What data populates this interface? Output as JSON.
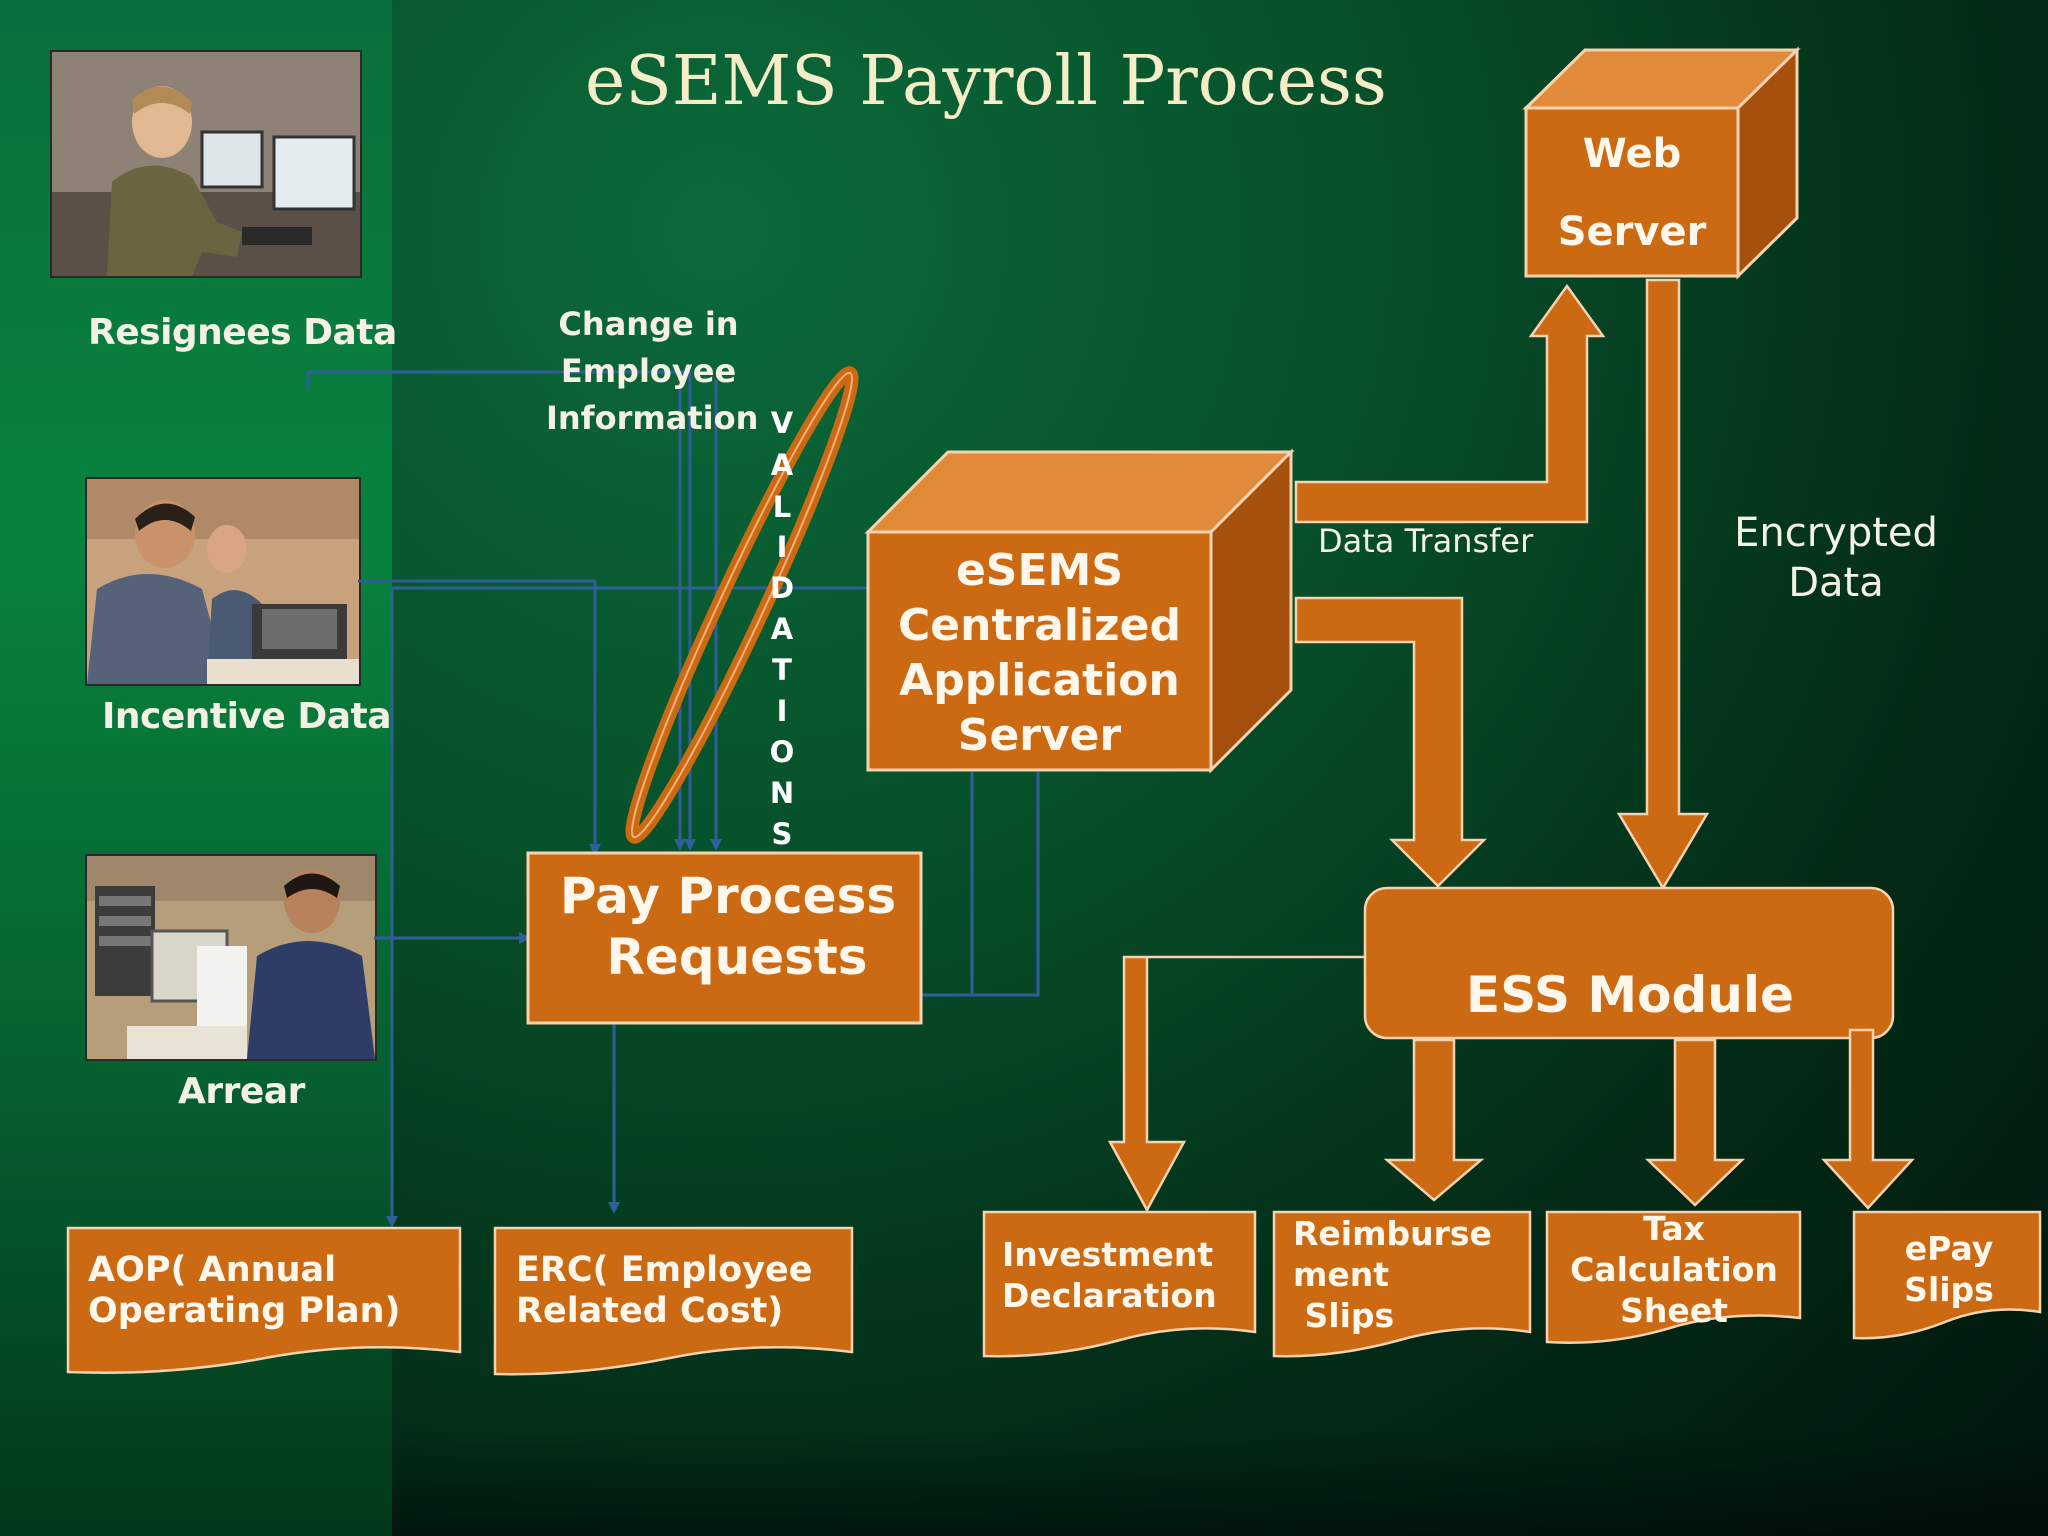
{
  "title": "eSEMS Payroll Process",
  "sources": {
    "resignees": "Resignees Data",
    "incentive": "Incentive Data",
    "arrear": "Arrear"
  },
  "change_note": [
    "Change in",
    "Employee",
    "Information"
  ],
  "validations_letters": [
    "V",
    "A",
    "L",
    "I",
    "D",
    "A",
    "T",
    "I",
    "O",
    "N",
    "S"
  ],
  "web_server": [
    "Web",
    "Server"
  ],
  "app_server": [
    "eSEMS",
    "Centralized",
    "Application",
    "Server"
  ],
  "pay_process": [
    "Pay Process",
    "Requests"
  ],
  "data_transfer": "Data Transfer",
  "encrypted": [
    "Encrypted",
    "Data"
  ],
  "ess_module": "ESS Module",
  "outputs": {
    "aop": "AOP( Annual\nOperating Plan)",
    "erc": "ERC( Employee\nRelated Cost)",
    "investment": "Investment\nDeclaration",
    "reimburse": "Reimburse\nment\n Slips",
    "tax": "Tax\nCalculation\nSheet",
    "epay": "ePay\nSlips"
  },
  "colors": {
    "box_orange": "#cc6a14",
    "box_top": "#e08a3a",
    "box_side": "#a5500d",
    "connector_blue": "#2f5f9a",
    "text_light": "#f4f1e4"
  }
}
